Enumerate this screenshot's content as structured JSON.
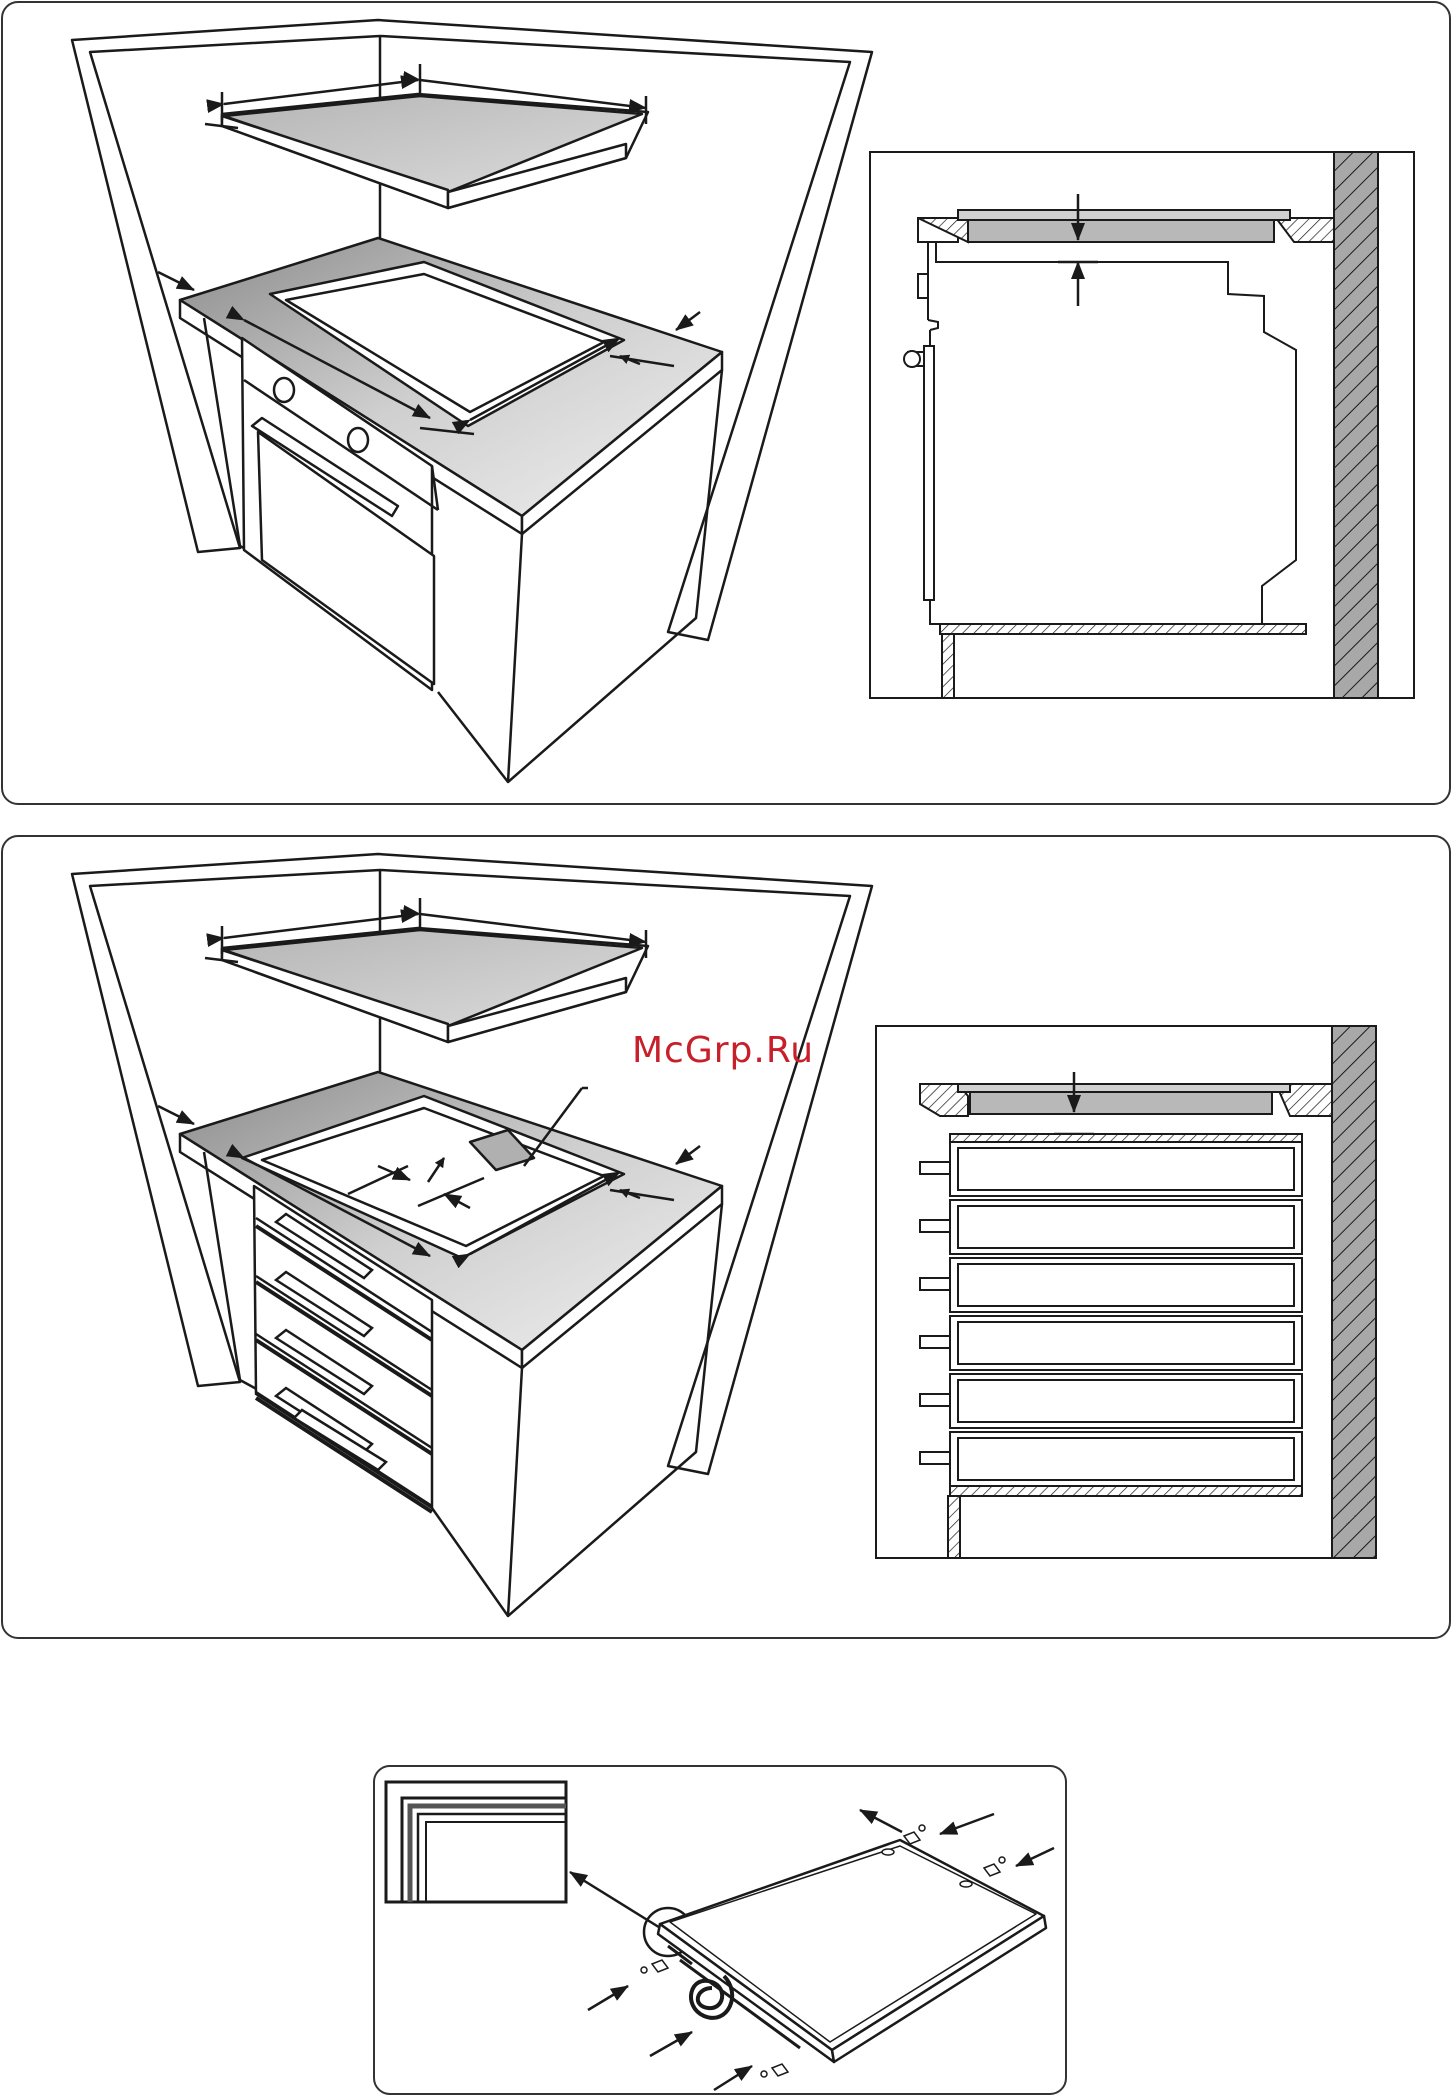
{
  "watermark": {
    "text": "McGrp.Ru",
    "color": "#c8202a"
  },
  "colors": {
    "line": "#1a1a1a",
    "panel_border": "#333333",
    "hatch": "#a8a8a8",
    "surface": "#d0d0d0"
  },
  "panels": [
    {
      "name": "panel-oven-installation",
      "icon": "oven-under-hob-icon"
    },
    {
      "name": "panel-drawers-installation",
      "icon": "drawers-under-hob-icon"
    },
    {
      "name": "panel-seal-tape",
      "icon": "seal-tape-icon"
    }
  ]
}
